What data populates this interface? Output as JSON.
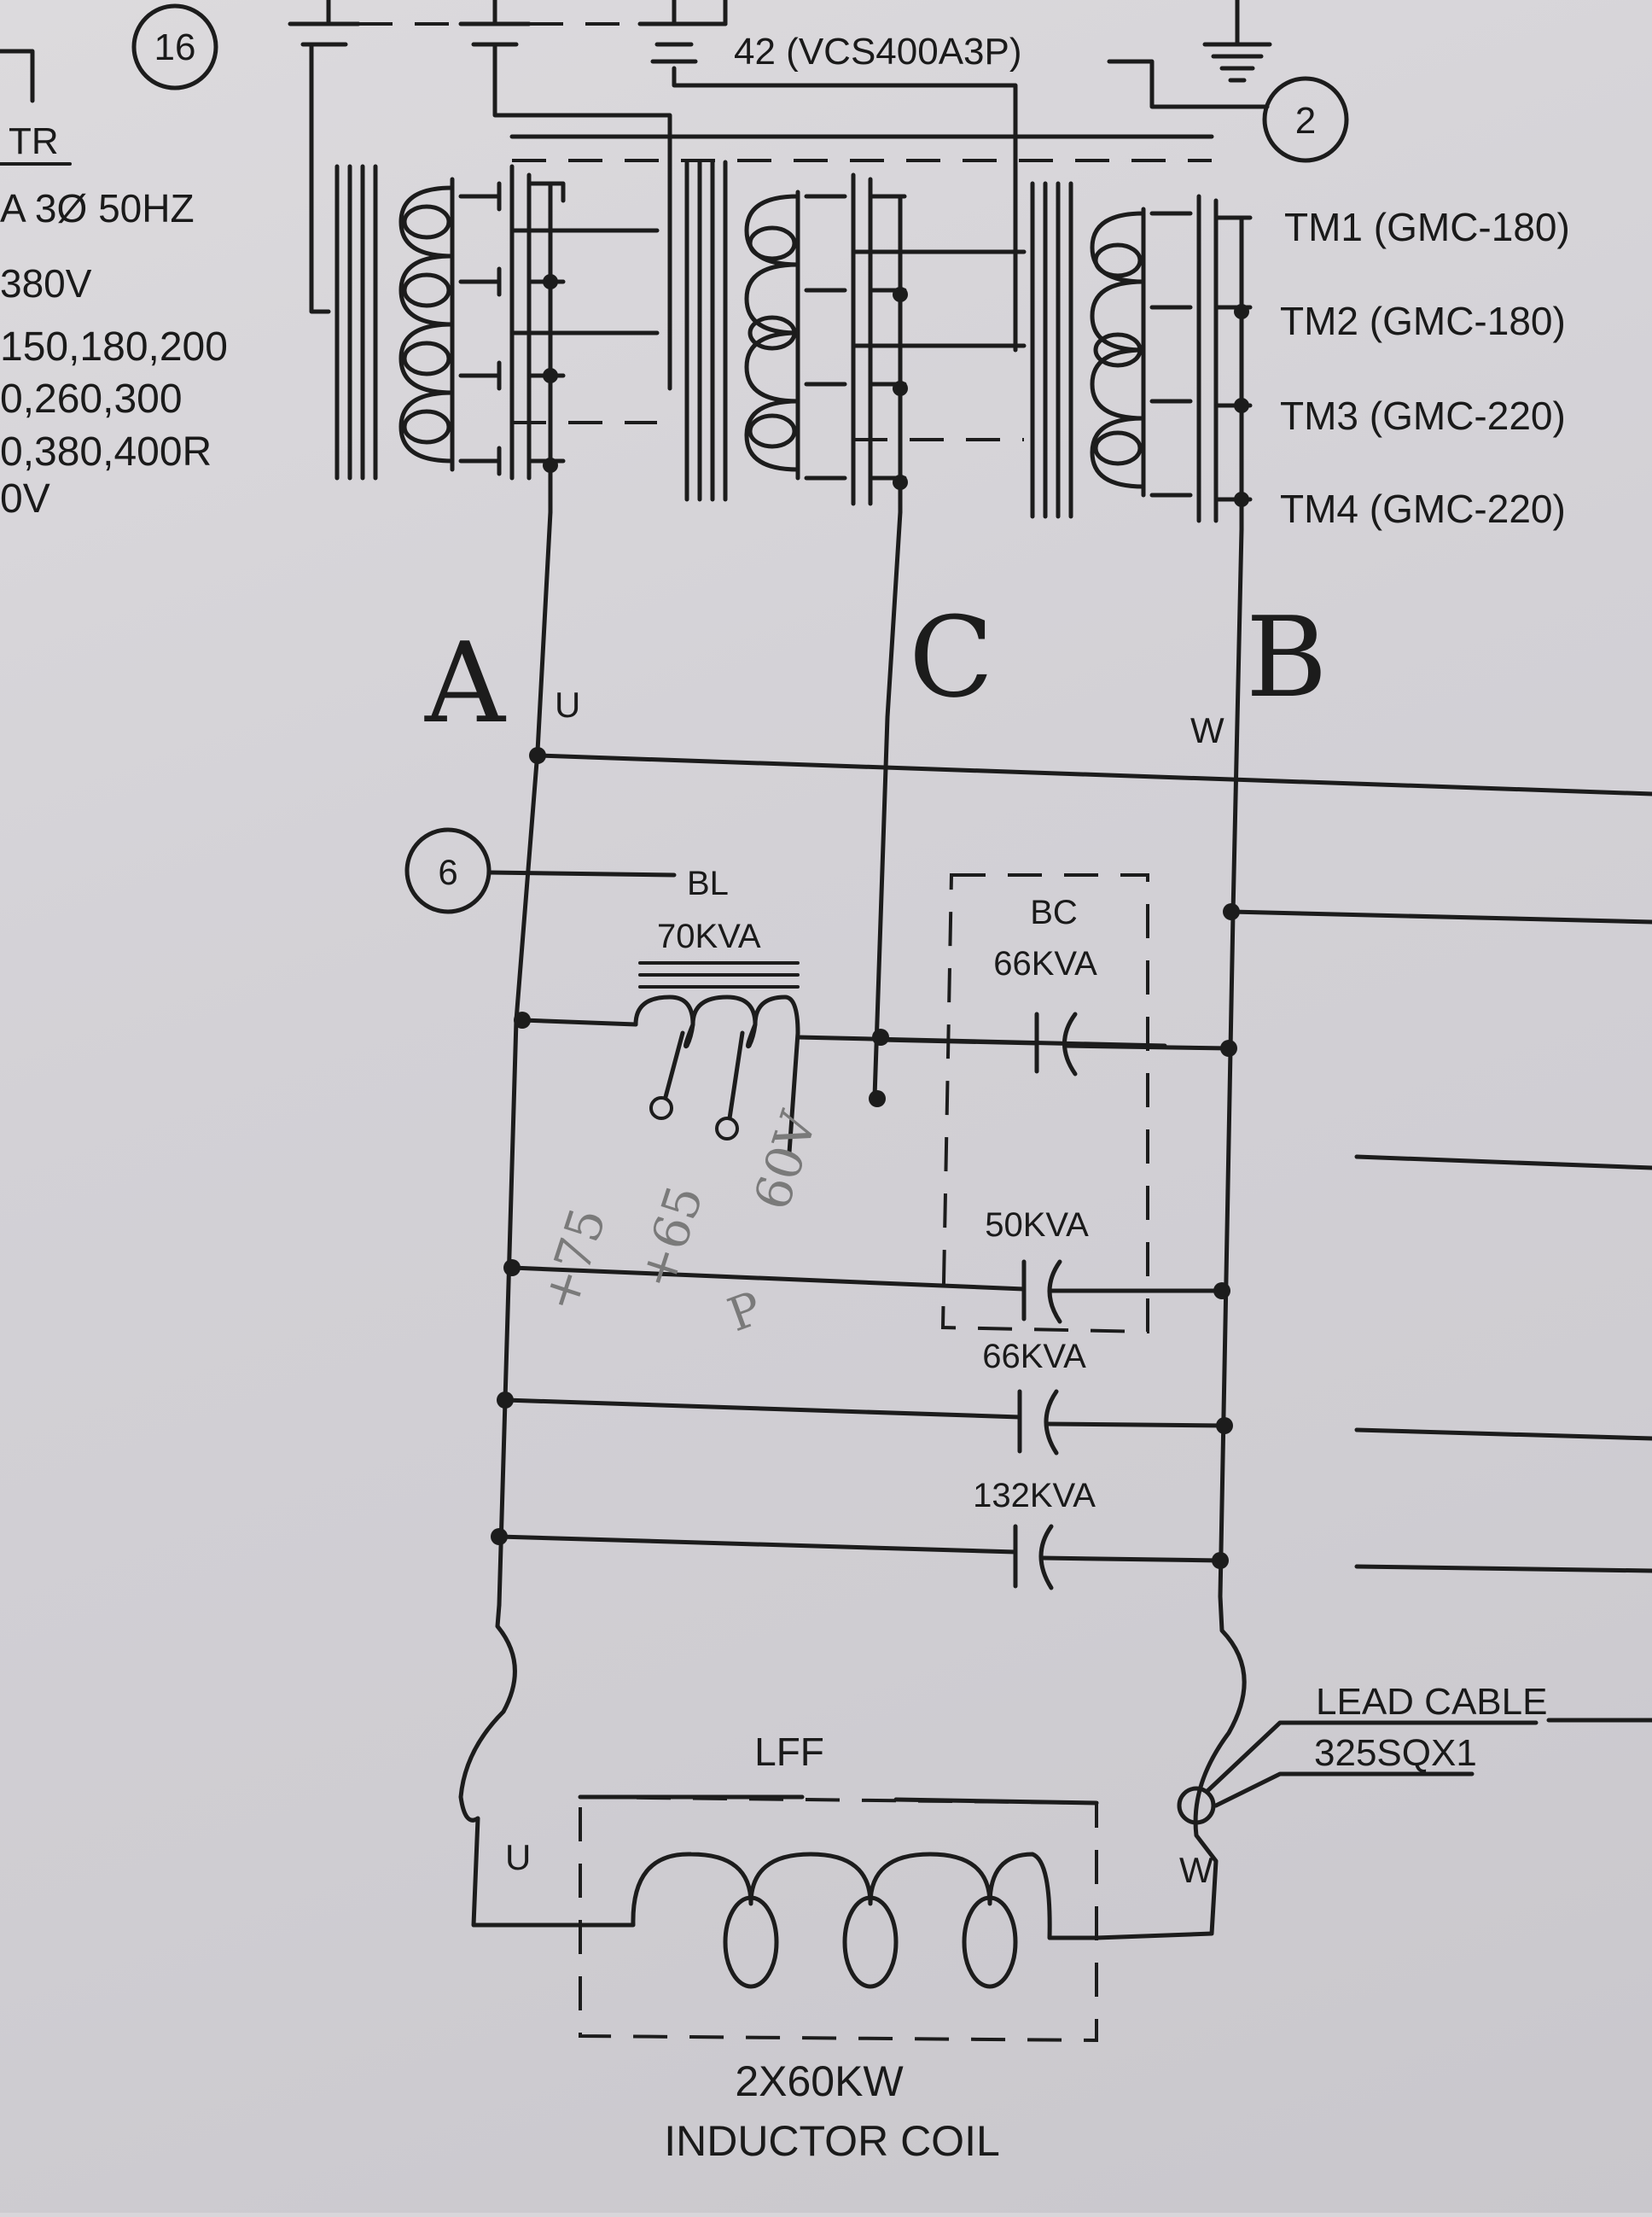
{
  "top_left": {
    "circle_16": "16",
    "tr": "TR",
    "rating": "A 3Ø 50HZ",
    "voltage": "380V",
    "taps_1": "150,180,200",
    "taps_2": "0,260,300",
    "taps_3": "0,380,400R",
    "taps_4": "0V"
  },
  "breaker": {
    "label": "42 (VCS400A3P)",
    "circle_2": "2"
  },
  "transformers": [
    "TM1 (GMC-180)",
    "TM2 (GMC-180)",
    "TM3 (GMC-220)",
    "TM4 (GMC-220)"
  ],
  "phases": {
    "a": "A",
    "c": "C",
    "b": "B",
    "u_top": "U",
    "w_top": "W",
    "u_bottom": "U",
    "w_bottom": "W"
  },
  "circle_6": "6",
  "reactor": {
    "name": "BL",
    "rating": "70KVA"
  },
  "capacitor_bank": {
    "name": "BC",
    "rating_1": "66KVA"
  },
  "capacitors": [
    "50KVA",
    "66KVA",
    "132KVA"
  ],
  "pencil_notes": [
    "+75",
    "+65",
    "60V",
    "P"
  ],
  "lead_cable": {
    "line1": "LEAD CABLE",
    "line2": "325SQX1"
  },
  "coil": {
    "name": "LFF",
    "rating": "2X60KW",
    "description": "INDUCTOR COIL"
  }
}
